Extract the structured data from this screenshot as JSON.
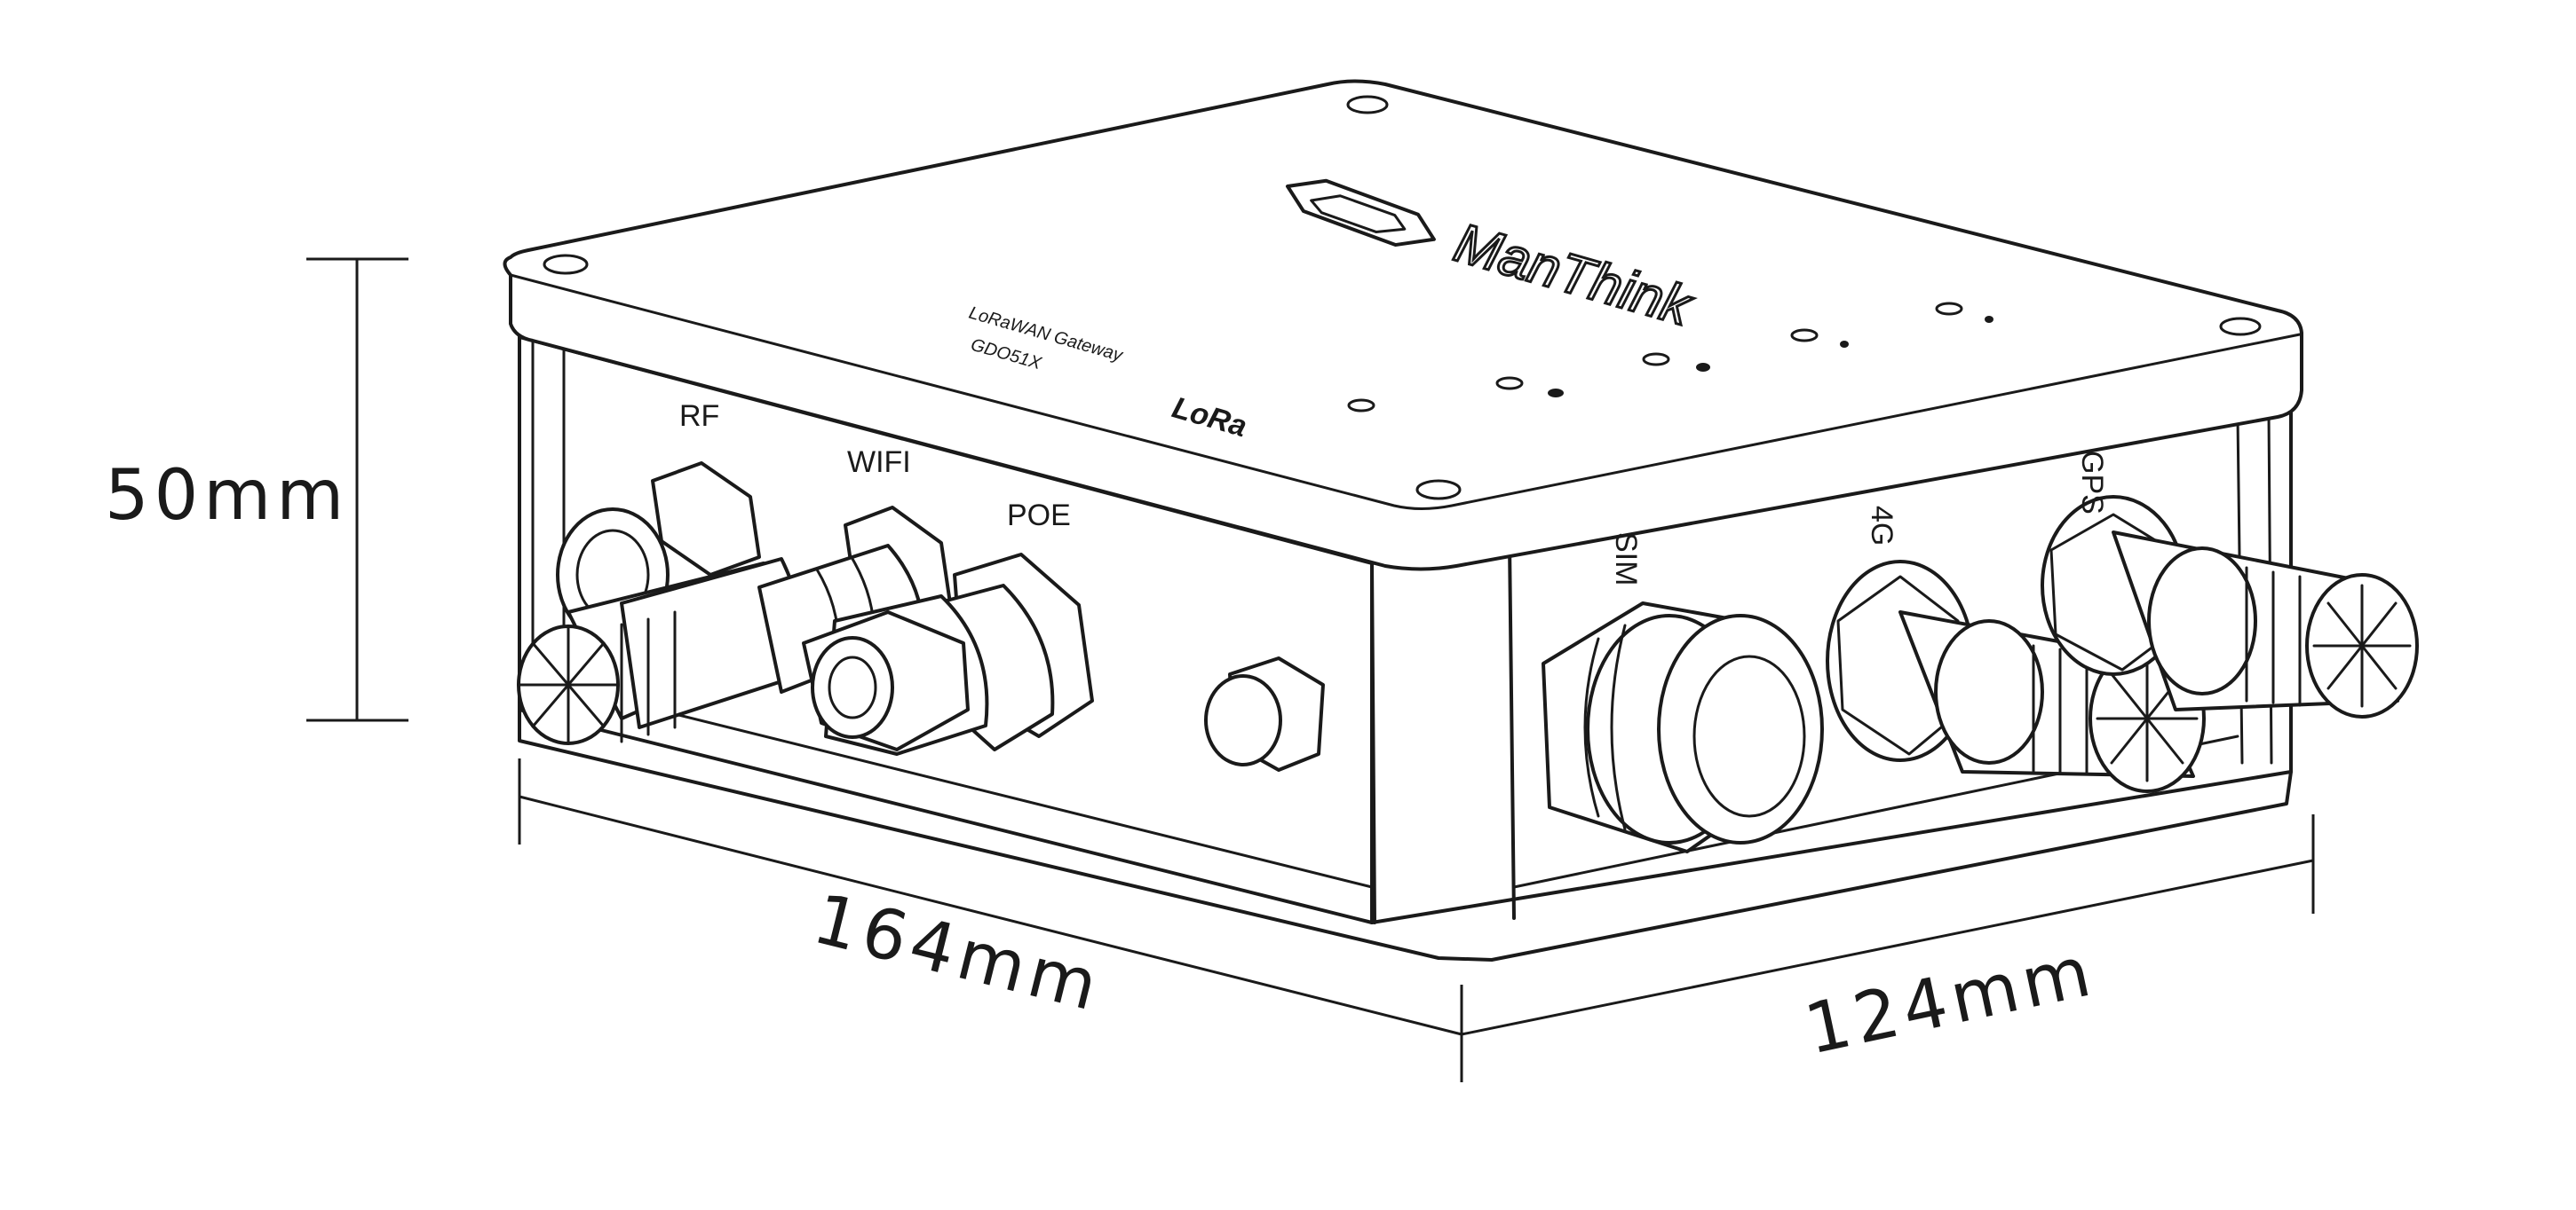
{
  "dimensions": {
    "height": "50mm",
    "length": "164mm",
    "width": "124mm"
  },
  "port_labels": {
    "rf": "RF",
    "wifi": "WIFI",
    "poe": "POE",
    "sim": "SIM",
    "lte": "4G",
    "gps": "GPS"
  },
  "lid": {
    "brand": "ManThink",
    "product_line": "LoRaWAN Gateway",
    "model": "GDO51X",
    "logo_text": "LoRa"
  }
}
